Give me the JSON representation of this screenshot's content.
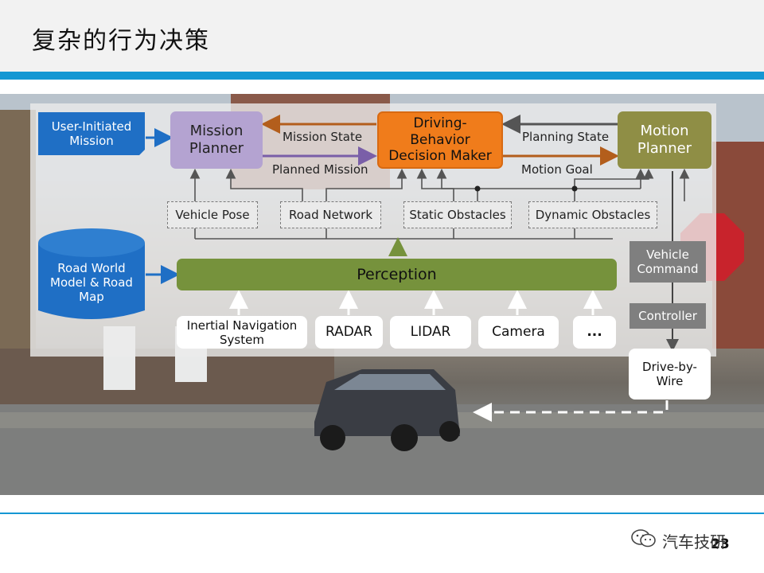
{
  "slide": {
    "title": "复杂的行为决策",
    "page_number": "23",
    "watermark": "汽车技研"
  },
  "colors": {
    "accent_blue": "#1597d3",
    "planner_purple": "#b4a3d1",
    "decision_orange": "#f07c1b",
    "motion_olive": "#8f8e45",
    "perception_green": "#76923c",
    "input_blue": "#1f6fc5",
    "arrow_brown": "#b35e1c",
    "arrow_purple": "#7a5fa8",
    "gray_box": "#7f7f7f"
  },
  "nodes": {
    "user_mission": "User-Initiated Mission",
    "mission_planner": "Mission Planner",
    "decision_maker": "Driving-Behavior Decision Maker",
    "motion_planner": "Motion Planner",
    "vehicle_pose": "Vehicle Pose",
    "road_network": "Road Network",
    "static_obstacles": "Static Obstacles",
    "dynamic_obstacles": "Dynamic Obstacles",
    "road_world_model": "Road World Model & Road Map",
    "perception": "Perception",
    "vehicle_command": "Vehicle Command",
    "controller": "Controller",
    "inertial_nav": "Inertial Navigation System",
    "radar": "RADAR",
    "lidar": "LIDAR",
    "camera": "Camera",
    "more": "...",
    "drive_by_wire": "Drive-by-Wire"
  },
  "edge_labels": {
    "mission_state": "Mission State",
    "planned_mission": "Planned Mission",
    "planning_state": "Planning State",
    "motion_goal": "Motion Goal"
  },
  "icons": {
    "watermark_icon": "wechat-icon"
  }
}
